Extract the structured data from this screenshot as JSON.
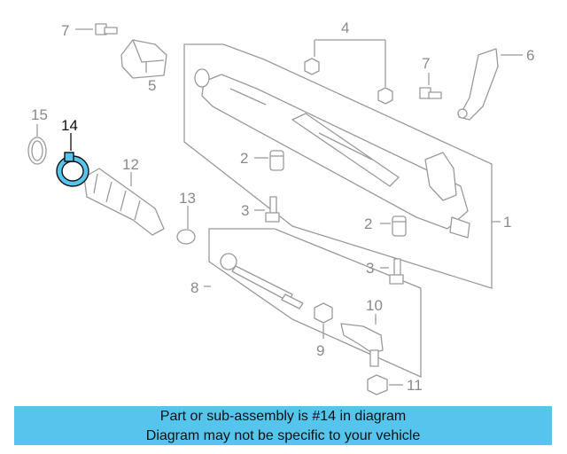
{
  "callouts": [
    "1",
    "2",
    "2",
    "3",
    "3",
    "4",
    "5",
    "6",
    "7",
    "7",
    "8",
    "9",
    "10",
    "11",
    "12",
    "13",
    "15"
  ],
  "highlight": {
    "label": "14",
    "color": "#55c5ee"
  },
  "banner": {
    "line1": "Part or sub-assembly is #14 in diagram",
    "line2": "Diagram may not be specific to your vehicle",
    "color": "#55c5ee"
  }
}
